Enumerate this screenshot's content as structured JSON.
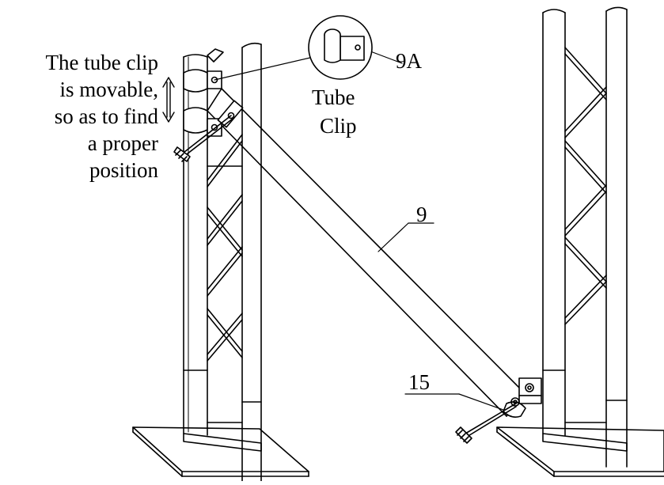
{
  "note": {
    "lines": [
      "The tube clip",
      "is movable,",
      "so as to find",
      "a proper",
      "position"
    ]
  },
  "callout": {
    "line1": "Tube",
    "line2": "Clip"
  },
  "labels": {
    "part_9a": "9A",
    "part_9": "9",
    "part_15": "15"
  }
}
